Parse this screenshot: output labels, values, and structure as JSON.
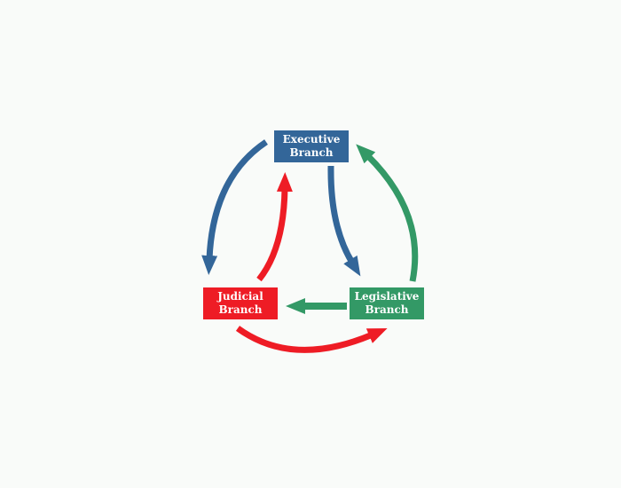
{
  "colors": {
    "executive": "#336699",
    "judicial": "#ee1c25",
    "legislative": "#339966",
    "background": "#f9fbf9"
  },
  "nodes": {
    "executive": {
      "line1": "Executive",
      "line2": "Branch"
    },
    "judicial": {
      "line1": "Judicial",
      "line2": "Branch"
    },
    "legislative": {
      "line1": "Legislative",
      "line2": "Branch"
    }
  },
  "edges": [
    {
      "from": "executive",
      "to": "judicial",
      "color": "executive"
    },
    {
      "from": "executive",
      "to": "legislative",
      "color": "executive"
    },
    {
      "from": "judicial",
      "to": "executive",
      "color": "judicial"
    },
    {
      "from": "judicial",
      "to": "legislative",
      "color": "judicial"
    },
    {
      "from": "legislative",
      "to": "executive",
      "color": "legislative"
    },
    {
      "from": "legislative",
      "to": "judicial",
      "color": "legislative"
    }
  ]
}
